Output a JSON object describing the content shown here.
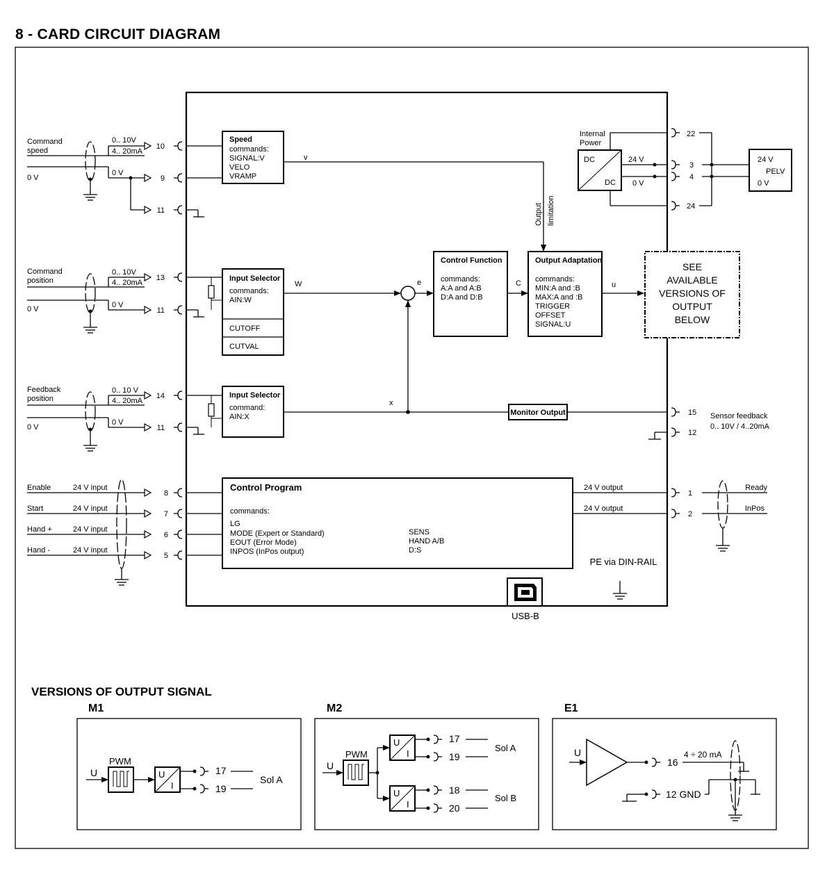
{
  "title": "8 - CARD CIRCUIT DIAGRAM",
  "inputs": {
    "command_speed": {
      "label1": "Command",
      "label2": "speed",
      "range1": "0.. 10V",
      "range2": "4.. 20mA",
      "zero_left": "0 V",
      "zero_right": "0 V",
      "pin_signal": "10",
      "pin_zero": "9",
      "pin_shield": "11"
    },
    "command_position": {
      "label1": "Command",
      "label2": "position",
      "range1": "0.. 10V",
      "range2": "4.. 20mA",
      "zero_left": "0 V",
      "zero_right": "0 V",
      "pin_signal": "13",
      "pin_zero": "11"
    },
    "feedback_position": {
      "label1": "Feedback",
      "label2": "position",
      "range1": "0.. 10 V",
      "range2": "4.. 20mA",
      "zero_left": "0 V",
      "zero_right": "0 V",
      "pin_signal": "14",
      "pin_zero": "11"
    }
  },
  "digital_inputs": [
    {
      "name": "Enable",
      "type": "24 V input",
      "pin": "8"
    },
    {
      "name": "Start",
      "type": "24 V input",
      "pin": "7"
    },
    {
      "name": "Hand +",
      "type": "24 V input",
      "pin": "6"
    },
    {
      "name": "Hand -",
      "type": "24 V input",
      "pin": "5"
    }
  ],
  "blocks": {
    "speed": {
      "title": "Speed",
      "lines": [
        "commands:",
        "SIGNAL:V",
        "VELO",
        "VRAMP"
      ]
    },
    "input_selector_w": {
      "title": "Input Selector",
      "lines": [
        "commands:",
        "AIN:W"
      ],
      "cutoff": "CUTOFF",
      "cutval": "CUTVAL"
    },
    "input_selector_x": {
      "title": "Input Selector",
      "lines": [
        "command:",
        "AIN:X"
      ]
    },
    "control_function": {
      "title": "Control Function",
      "lines": [
        "commands:",
        "A:A and A:B",
        "D:A and D:B"
      ]
    },
    "output_adaptation": {
      "title": "Output Adaptation",
      "lines": [
        "commands:",
        "MIN:A and :B",
        "MAX:A and :B",
        "TRIGGER",
        "OFFSET",
        "SIGNAL:U"
      ]
    },
    "see_versions": {
      "lines": [
        "SEE",
        "AVAILABLE",
        "VERSIONS OF",
        "OUTPUT",
        "BELOW"
      ]
    },
    "monitor_output": {
      "title": "Monitor Output"
    },
    "control_program": {
      "title": "Control Program",
      "commands_label": "commands:",
      "left": [
        "LG",
        "MODE (Expert or Standard)",
        "EOUT (Error Mode)",
        "INPOS (InPos output)"
      ],
      "right": [
        "SENS",
        "HAND A/B",
        "D:S"
      ]
    }
  },
  "signals": {
    "v": "v",
    "w": "W",
    "e": "e",
    "c": "C",
    "u": "u",
    "x": "x",
    "output_limitation_1": "Output",
    "output_limitation_2": "limitation"
  },
  "power": {
    "internal_1": "Internal",
    "internal_2": "Power",
    "dc_top": "DC",
    "dc_bottom": "DC",
    "v24": "24 V",
    "v0": "0 V",
    "pins": [
      "22",
      "3",
      "4",
      "24"
    ],
    "pelv_24": "24 V",
    "pelv": "PELV",
    "pelv_0": "0 V"
  },
  "sensor_feedback": {
    "pin": "15",
    "pin_gnd": "12",
    "label1": "Sensor feedback",
    "label2": "0.. 10V / 4..20mA"
  },
  "outputs": [
    {
      "type": "24 V output",
      "pin": "1",
      "name": "Ready"
    },
    {
      "type": "24 V output",
      "pin": "2",
      "name": "InPos"
    }
  ],
  "pe_label": "PE via DIN-RAIL",
  "usb_label": "USB-B",
  "versions": {
    "title": "VERSIONS OF OUTPUT SIGNAL",
    "m1": {
      "name": "M1",
      "pwm": "PWM",
      "u": "U",
      "pins": [
        "17",
        "19"
      ],
      "sol": "Sol A"
    },
    "m2": {
      "name": "M2",
      "pwm": "PWM",
      "u": "U",
      "pins_a": [
        "17",
        "19"
      ],
      "sol_a": "Sol A",
      "pins_b": [
        "18",
        "20"
      ],
      "sol_b": "Sol B"
    },
    "e1": {
      "name": "E1",
      "u": "U",
      "pin_out": "16",
      "range": "4 ÷ 20 mA",
      "pin_gnd": "12 GND"
    }
  }
}
